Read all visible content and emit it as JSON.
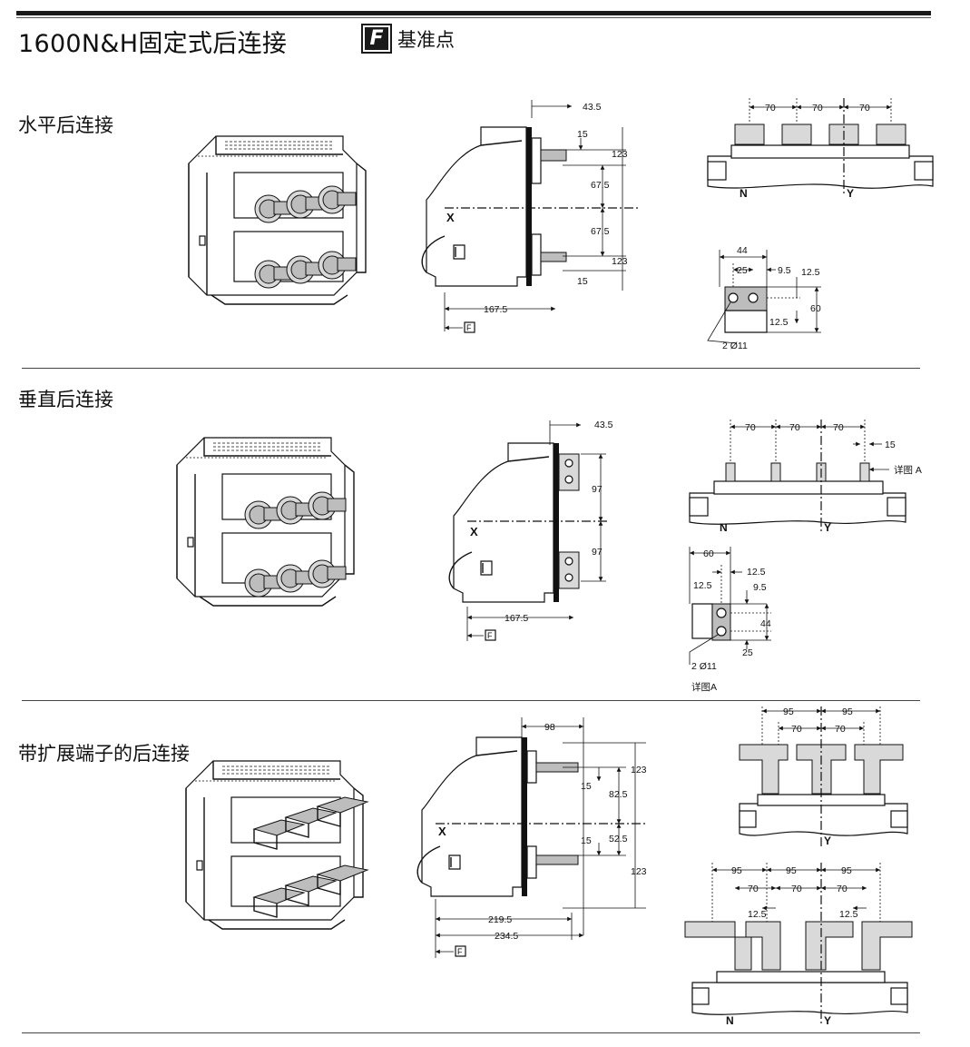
{
  "header": {
    "title": "1600N&H固定式后连接",
    "reference_icon_letter": "F",
    "reference_label": "基准点"
  },
  "sections": [
    {
      "title": "水平后连接",
      "side_dims": [
        "43.5",
        "15",
        "123",
        "67.5",
        "67.5",
        "123",
        "15",
        "167.5"
      ],
      "axis_x": "X",
      "ref_letter": "F",
      "top_dims": [
        "70",
        "70",
        "70"
      ],
      "top_labels": [
        "N",
        "Y"
      ],
      "detail_dims": [
        "44",
        "25",
        "9.5",
        "12.5",
        "60",
        "12.5"
      ],
      "hole_note": "2 Ø11"
    },
    {
      "title": "垂直后连接",
      "side_dims": [
        "43.5",
        "97",
        "97",
        "167.5"
      ],
      "axis_x": "X",
      "ref_letter": "F",
      "top_dims": [
        "70",
        "70",
        "70",
        "15"
      ],
      "detail_callout": "详图 A",
      "top_labels": [
        "N",
        "Y"
      ],
      "detail_dims": [
        "60",
        "12.5",
        "12.5",
        "9.5",
        "44",
        "25"
      ],
      "hole_note": "2 Ø11",
      "detail_caption": "详图A"
    },
    {
      "title": "带扩展端子的后连接",
      "side_dims": [
        "98",
        "15",
        "123",
        "82.5",
        "15",
        "52.5",
        "123",
        "219.5",
        "234.5"
      ],
      "axis_x": "X",
      "ref_letter": "F",
      "top1_dims": [
        "95",
        "95",
        "70",
        "70"
      ],
      "top1_label": "Y",
      "top2_dims": [
        "95",
        "95",
        "95",
        "70",
        "70",
        "70",
        "12.5",
        "12.5"
      ],
      "top2_labels": [
        "N",
        "Y"
      ]
    }
  ]
}
